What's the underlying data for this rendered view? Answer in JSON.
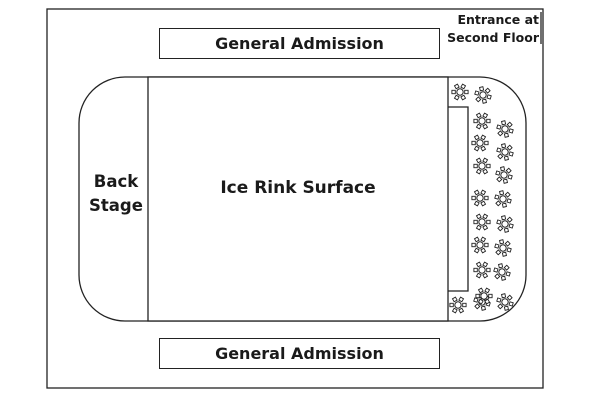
{
  "venue": {
    "entrance_label": {
      "line1": "Entrance at",
      "line2": "Second Floor"
    },
    "general_admission_top": "General Admission",
    "general_admission_bottom": "General Admission",
    "back_stage": {
      "line1": "Back",
      "line2": "Stage"
    },
    "rink_label": "Ice Rink Surface",
    "table_count": 20,
    "icons": {
      "table": "round-table-with-chairs-icon"
    }
  }
}
